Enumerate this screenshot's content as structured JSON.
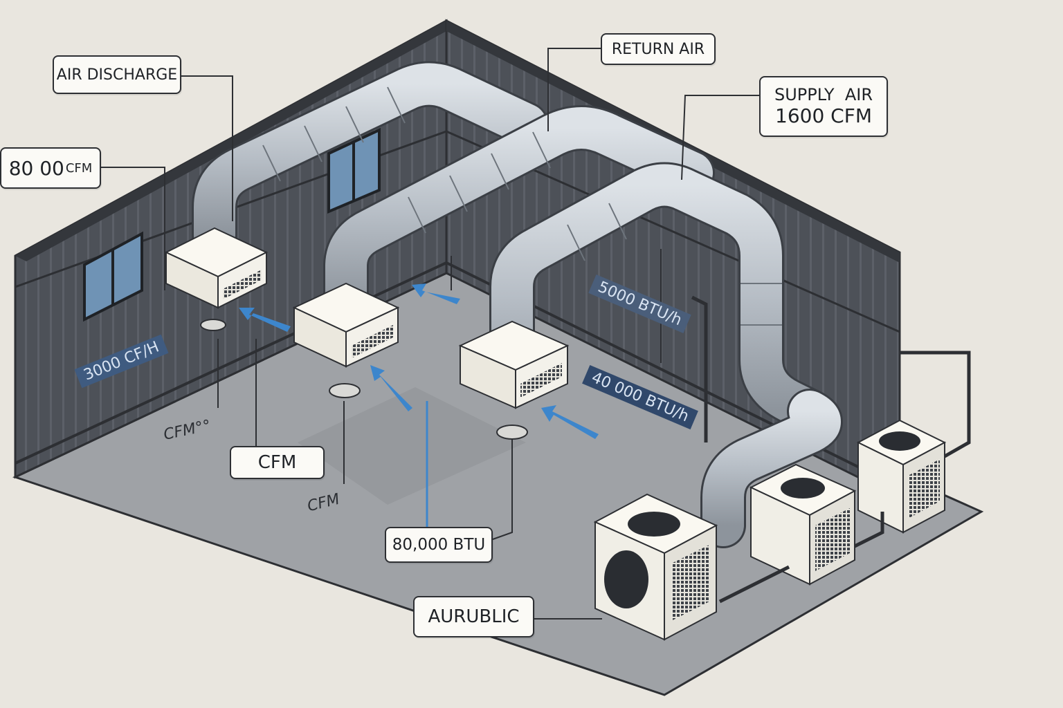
{
  "callouts": {
    "air_discharge": "AIR DISCHARGE",
    "flow_80": {
      "value": "80 00",
      "unit": "CFM"
    },
    "return_air": "RETURN AIR",
    "supply_air_line1": "SUPPLY  AIR",
    "supply_air_line2": "1600 CFM",
    "cfm_box": "CFM",
    "btu_80000": "80,000 BTU",
    "aurublic": "AURUBLIC"
  },
  "floor_labels": {
    "cfm_a": "CFM°°",
    "cfm_b": "CFM"
  },
  "wall_tags": {
    "cfh_3000": "3000 CF/H",
    "btu_5000": "5000 BTU/h",
    "btu_40000": "40 000 BTU/h"
  },
  "colors": {
    "background": "#e9e6df",
    "wall": "#4b4f56",
    "floor": "#9c9fa3",
    "duct": "#b9c0c8",
    "airflow_arrow": "#3d86cc",
    "unit_body": "#f1efe7"
  }
}
